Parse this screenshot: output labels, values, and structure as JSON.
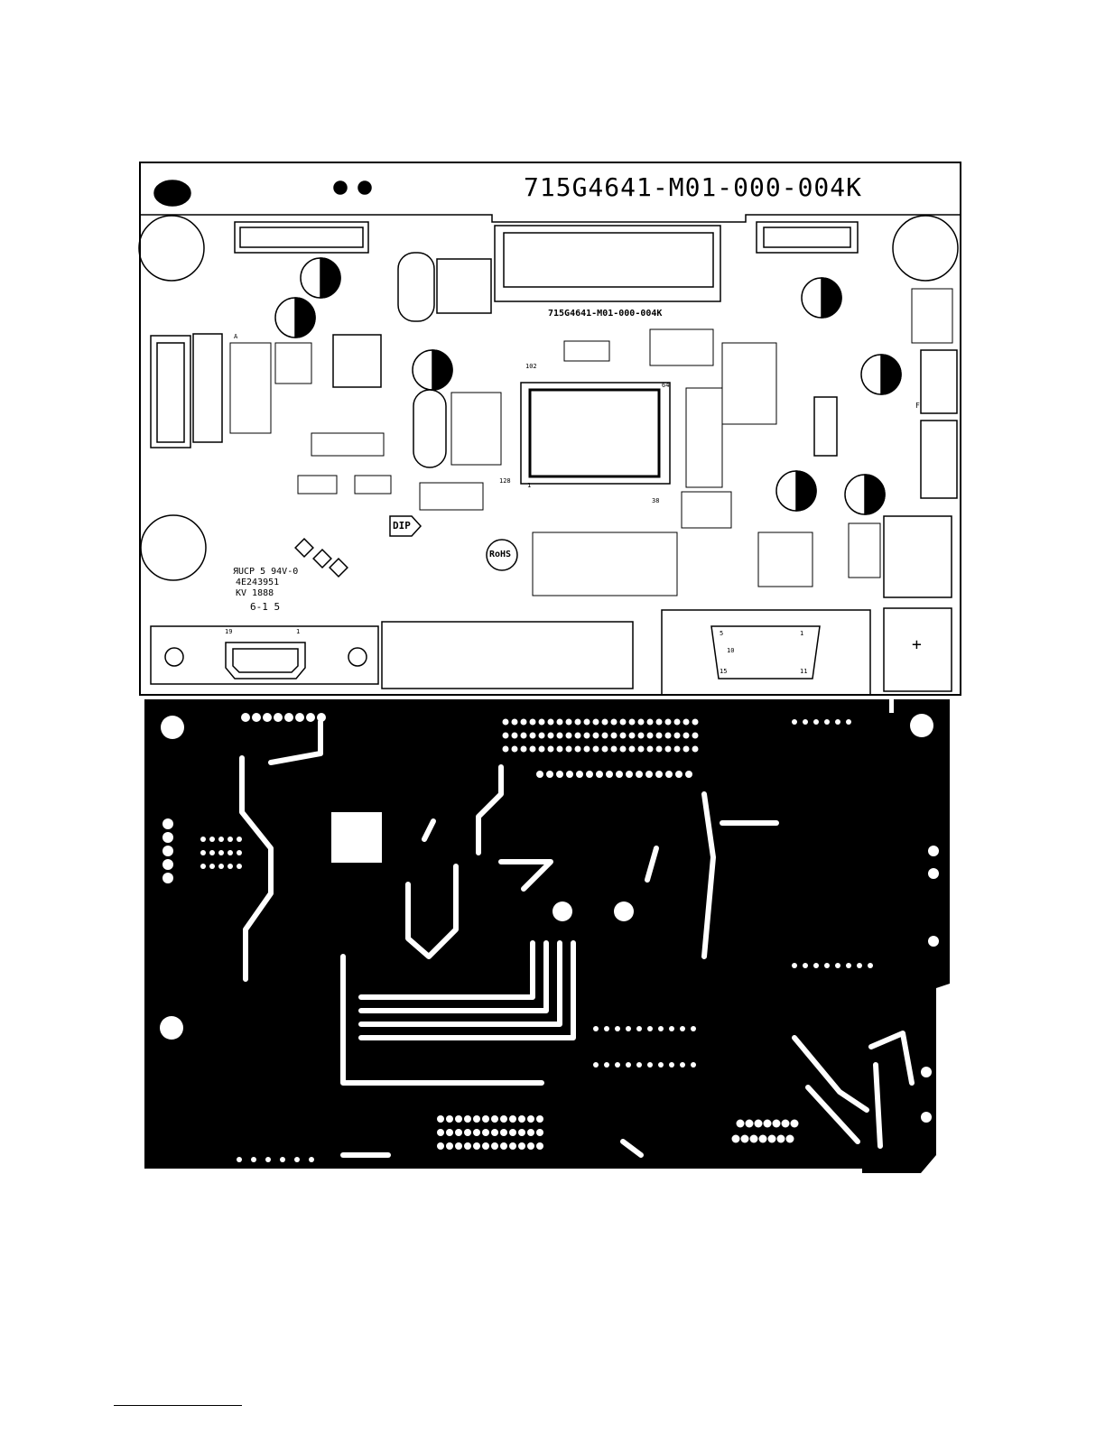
{
  "board": {
    "part_number": "715G4641-M01-000-004K",
    "silk_part_number": "715G4641-M01-000-004K",
    "chip_pin_64": "64",
    "chip_pin_1": "1",
    "chip_pin_38": "38",
    "chip_pin_128": "128",
    "chip_pin_102": "102",
    "dip_label": "DIP",
    "rohs_label": "RoHS",
    "ul_mark": "ЯUCP 5 94V-0",
    "cert_code": "4E243951",
    "kv_mark": "KV 1888",
    "date_code": "6-1  5",
    "vga_pin_5": "5",
    "vga_pin_1": "1",
    "vga_pin_10": "10",
    "vga_pin_15": "15",
    "vga_pin_11": "11",
    "hdmi_pin_19": "19",
    "hdmi_pin_1": "1",
    "conn_label_a": "A",
    "conn_label_f": "F",
    "plus": "+"
  },
  "colors": {
    "ink": "#000000",
    "paper": "#ffffff"
  }
}
